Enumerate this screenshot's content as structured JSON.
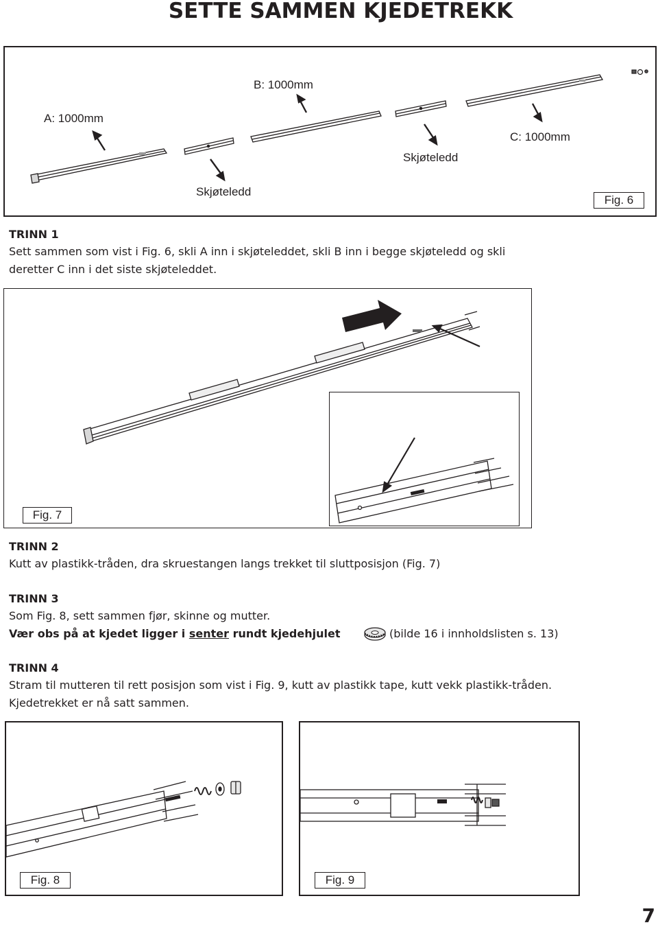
{
  "page": {
    "title": "SETTE SAMMEN KJEDETREKK",
    "page_number": "7"
  },
  "figures": {
    "fig6": {
      "label": "Fig. 6",
      "labels": {
        "a": "A: 1000mm",
        "b": "B: 1000mm",
        "c": "C: 1000mm",
        "joint1": "Skjøteledd",
        "joint2": "Skjøteledd"
      }
    },
    "fig7": {
      "label": "Fig. 7"
    },
    "fig8": {
      "label": "Fig. 8"
    },
    "fig9": {
      "label": "Fig. 9"
    }
  },
  "steps": [
    {
      "heading": "TRINN 1",
      "lines": [
        "Sett sammen som vist i Fig. 6, skli A inn i skjøteleddet, skli B inn i begge skjøteledd og skli",
        "deretter C inn i det siste skjøteleddet."
      ]
    },
    {
      "heading": "TRINN 2",
      "lines": [
        "Kutt av plastikk-tråden, dra skruestangen langs trekket til sluttposisjon (Fig. 7)"
      ]
    },
    {
      "heading": "TRINN 3",
      "lines": [
        "Som Fig. 8, sett sammen fjør, skinne og mutter."
      ],
      "warning": {
        "part1": "Vær obs på at kjedet ligger i ",
        "underlined": "senter",
        "part2": " rundt kjedehjulet",
        "suffix": "(bilde 16 i innholdslisten s. 13)",
        "icon": "chain-wheel-icon"
      }
    },
    {
      "heading": "TRINN 4",
      "lines": [
        "Stram til mutteren til rett posisjon som vist i Fig. 9, kutt av plastikk tape, kutt vekk plastikk-tråden.",
        "Kjedetrekket er nå satt sammen."
      ]
    }
  ]
}
